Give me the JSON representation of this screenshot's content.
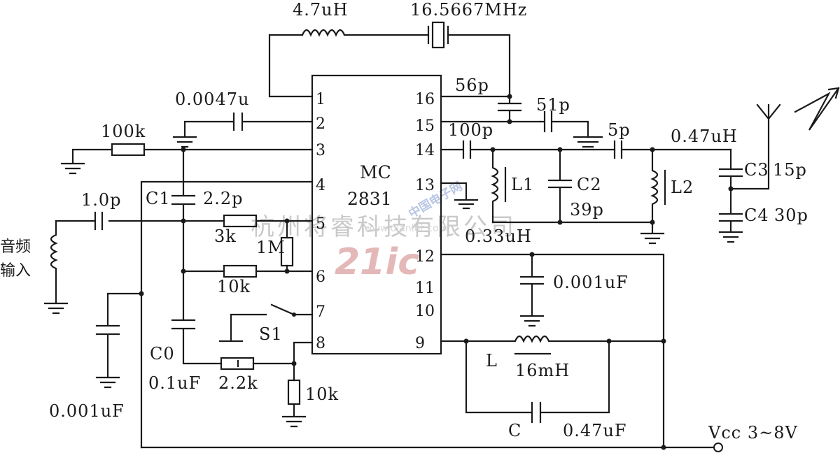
{
  "ic": {
    "line1": "MC",
    "line2": "2831"
  },
  "pins": [
    "1",
    "2",
    "3",
    "4",
    "5",
    "6",
    "7",
    "8",
    "16",
    "15",
    "14",
    "13",
    "12",
    "11",
    "10",
    "9"
  ],
  "labels": {
    "l_top": "4.7uH",
    "xtal": "16.5667MHz",
    "c_0047": "0.0047u",
    "r_100k": "100k",
    "c1": "C1",
    "c1_val": "2.2p",
    "c_10p": "1.0p",
    "r_3k": "3k",
    "r_1m": "1M",
    "r_10k": "10k",
    "s1": "S1",
    "c0": "C0",
    "c0_val": "0.1uF",
    "r_22k": "2.2k",
    "r_10k_b": "10k",
    "c_001_left": "0.001uF",
    "c_56p": "56p",
    "c_51p": "51p",
    "c_100p": "100p",
    "c_5p": "5p",
    "l_047": "0.47uH",
    "l1": "L1",
    "c2": "C2",
    "c2_val": "39p",
    "l2": "L2",
    "l1_val": "0.33uH",
    "c3": "C3",
    "c3_val": "15p",
    "c4": "C4",
    "c4_val": "30p",
    "c_001_right": "0.001uF",
    "l": "L",
    "l_val": "16mH",
    "c": "C",
    "c_val": "0.47uF",
    "vcc": "Vcc 3~8V",
    "audio_1": "音频",
    "audio_2": "输入"
  },
  "watermark": {
    "text": "杭州将睿科技有限公司",
    "url": "www.dianlut.com",
    "logo": "21ic",
    "logo_cn": "中国电子网"
  }
}
